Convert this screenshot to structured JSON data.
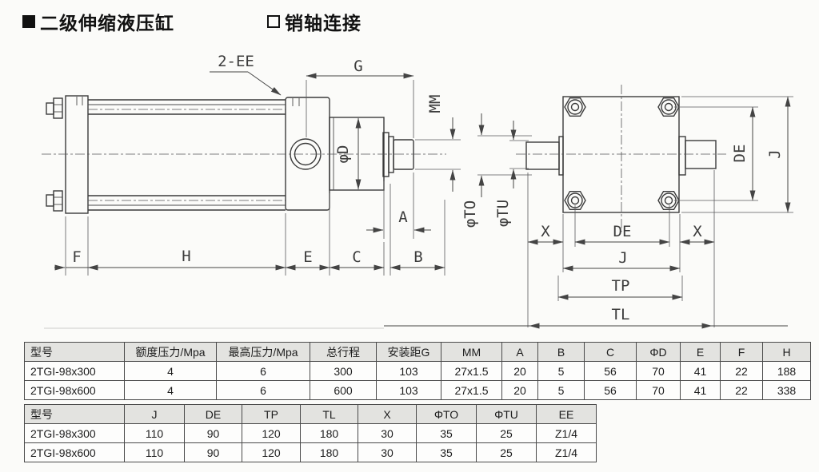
{
  "header": {
    "title_primary": "二级伸缩液压缸",
    "title_secondary": "销轴连接"
  },
  "diagram_left": {
    "description": "hydraulic cylinder side view",
    "labels": {
      "ee": "2-EE",
      "g": "G",
      "mm": "MM",
      "phi_d": "φD",
      "a": "A",
      "f": "F",
      "h": "H",
      "e": "E",
      "c": "C",
      "b": "B"
    }
  },
  "diagram_right": {
    "description": "hydraulic cylinder end view with pin shafts",
    "labels": {
      "phi_to": "φTO",
      "phi_tu": "φTU",
      "x_left": "X",
      "x_right": "X",
      "de_bottom": "DE",
      "j_bottom": "J",
      "tp": "TP",
      "tl": "TL",
      "de_right": "DE",
      "j_right": "J"
    }
  },
  "table1": {
    "headers": [
      "型号",
      "额度压力/Mpa",
      "最高压力/Mpa",
      "总行程",
      "安装距G",
      "MM",
      "A",
      "B",
      "C",
      "ΦD",
      "E",
      "F",
      "H"
    ],
    "rows": [
      [
        "2TGI-98x300",
        "4",
        "6",
        "300",
        "103",
        "27x1.5",
        "20",
        "5",
        "56",
        "70",
        "41",
        "22",
        "188"
      ],
      [
        "2TGI-98x600",
        "4",
        "6",
        "600",
        "103",
        "27x1.5",
        "20",
        "5",
        "56",
        "70",
        "41",
        "22",
        "338"
      ]
    ]
  },
  "table2": {
    "headers": [
      "型号",
      "J",
      "DE",
      "TP",
      "TL",
      "X",
      "ΦTO",
      "ΦTU",
      "EE"
    ],
    "rows": [
      [
        "2TGI-98x300",
        "110",
        "90",
        "120",
        "180",
        "30",
        "35",
        "25",
        "Z1/4"
      ],
      [
        "2TGI-98x600",
        "110",
        "90",
        "120",
        "180",
        "30",
        "35",
        "25",
        "Z1/4"
      ]
    ]
  },
  "colors": {
    "line": "#3b3b3b",
    "table_header_bg": "#e3e3e0",
    "background": "#fbfbf9"
  }
}
